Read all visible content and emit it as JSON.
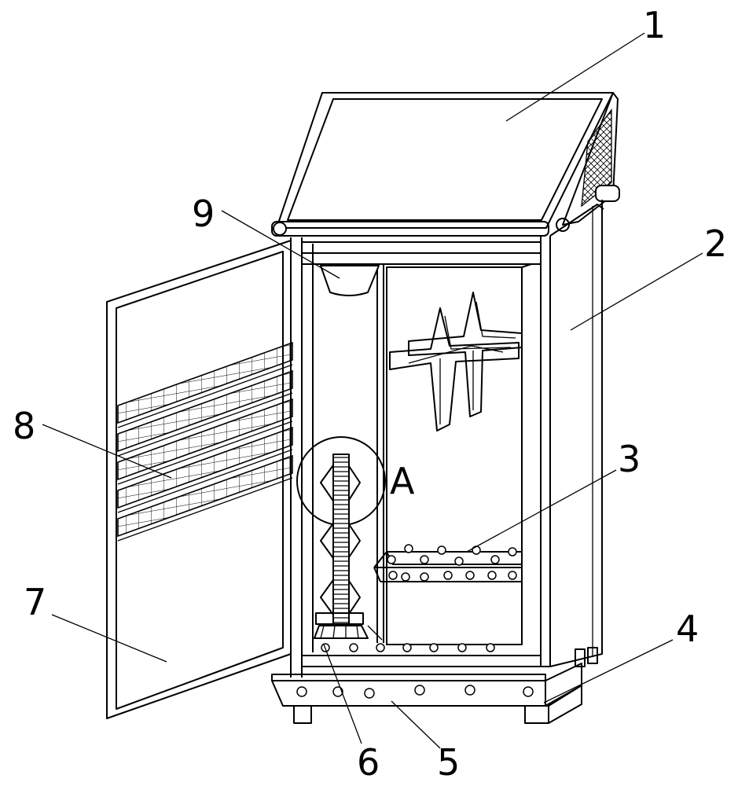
{
  "figure": {
    "labels": [
      {
        "id": "1",
        "text": "1"
      },
      {
        "id": "2",
        "text": "2"
      },
      {
        "id": "3",
        "text": "3"
      },
      {
        "id": "4",
        "text": "4"
      },
      {
        "id": "5",
        "text": "5"
      },
      {
        "id": "6",
        "text": "6"
      },
      {
        "id": "7",
        "text": "7"
      },
      {
        "id": "8",
        "text": "8"
      },
      {
        "id": "9",
        "text": "9"
      },
      {
        "id": "A",
        "text": "A"
      }
    ],
    "colors": {
      "line": "#000000",
      "background": "#ffffff"
    }
  }
}
